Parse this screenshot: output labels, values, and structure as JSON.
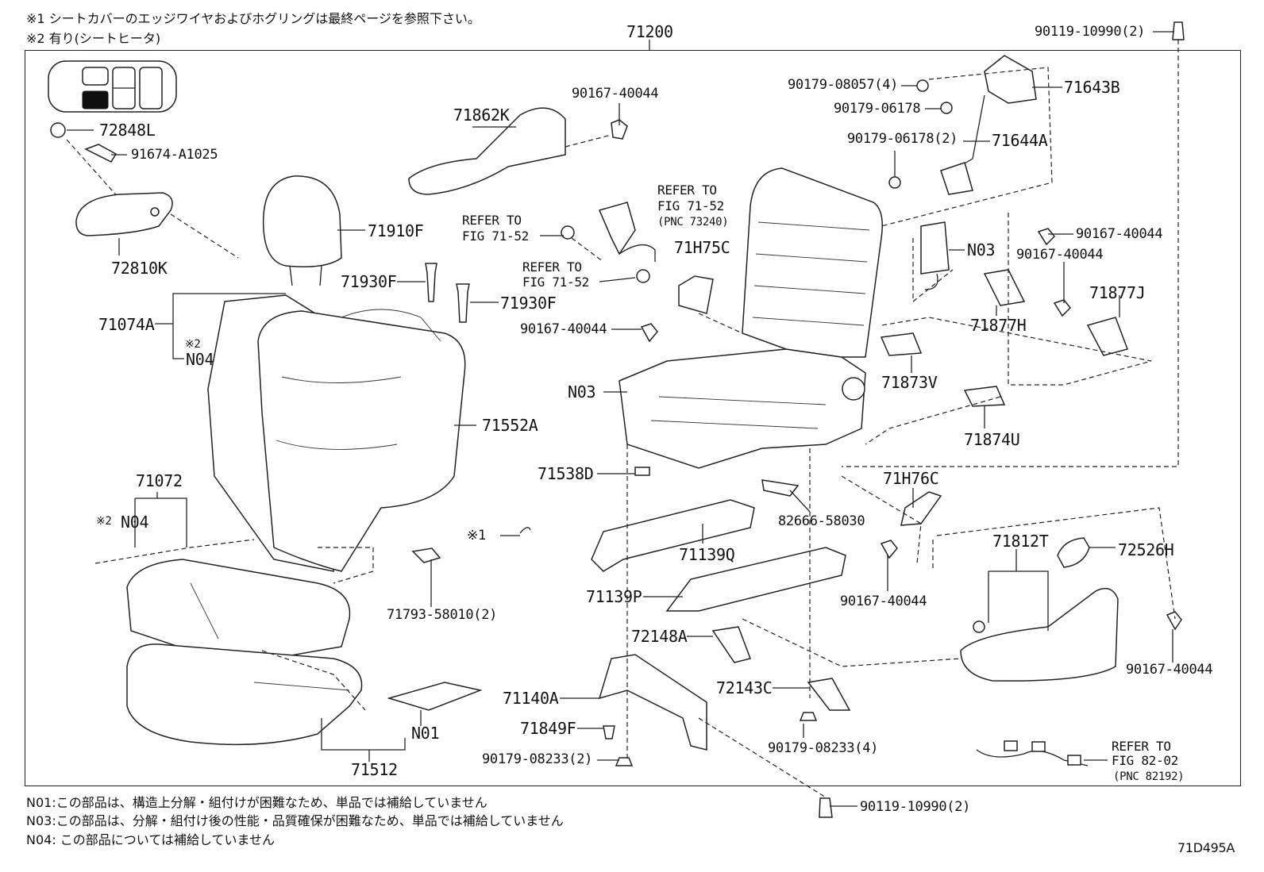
{
  "notes": {
    "note1": "※1 シートカバーのエッジワイヤおよびホグリングは最終ページを参照下さい。",
    "note2": "※2 有り(シートヒータ)"
  },
  "footnotes": {
    "n01": "N01:この部品は、構造上分解・組付けが困難なため、単品では補給していません",
    "n03": "N03:この部品は、分解・組付け後の性能・品質確保が困難なため、単品では補給していません",
    "n04": "N04: この部品については補給していません"
  },
  "figure_code": "71D495A",
  "labels": {
    "l71200": "71200",
    "l90119a": "90119-10990(2)",
    "l90119b": "90119-10990(2)",
    "l72848L": "72848L",
    "l91674": "91674-A1025",
    "l72810K": "72810K",
    "l71862K": "71862K",
    "l90167a": "90167-40044",
    "l71910F": "71910F",
    "l71930Fa": "71930F",
    "l71930Fb": "71930F",
    "l71074A": "71074A",
    "lx2a": "※2",
    "lN04a": "N04",
    "l71552A": "71552A",
    "l71072": "71072",
    "lx2b": "※2",
    "lN04b": "N04",
    "lx1": "※1",
    "l71793": "71793-58010(2)",
    "l71512": "71512",
    "lN01": "N01",
    "lref1a": "REFER TO",
    "lref1b": "FIG 71-52",
    "lref2a": "REFER TO",
    "lref2b": "FIG 71-52",
    "lref2c": "(PNC 73240)",
    "lref3a": "REFER TO",
    "lref3b": "FIG 71-52",
    "l71H75C": "71H75C",
    "l90167b": "90167-40044",
    "lN03a": "N03",
    "l71538D": "71538D",
    "l71139Q": "71139Q",
    "l71139P": "71139P",
    "l72148A": "72148A",
    "l71140A": "71140A",
    "l71849F": "71849F",
    "l90179a": "90179-08233(2)",
    "l72143C": "72143C",
    "l90179b": "90179-08233(4)",
    "l82666": "82666-58030",
    "l90179c": "90179-08057(4)",
    "l90179d": "90179-06178",
    "l90179e": "90179-06178(2)",
    "l71643B": "71643B",
    "l71644A": "71644A",
    "lN03b": "N03",
    "l90167c": "90167-40044",
    "l90167d": "90167-40044",
    "l71877J": "71877J",
    "l71877H": "71877H",
    "l71873V": "71873V",
    "l71874U": "71874U",
    "l71H76C": "71H76C",
    "l90167e": "90167-40044",
    "l71812T": "71812T",
    "l72526H": "72526H",
    "l90167f": "90167-40044",
    "lref4a": "REFER TO",
    "lref4b": "FIG 82-02",
    "lref4c": "(PNC 82192)"
  }
}
